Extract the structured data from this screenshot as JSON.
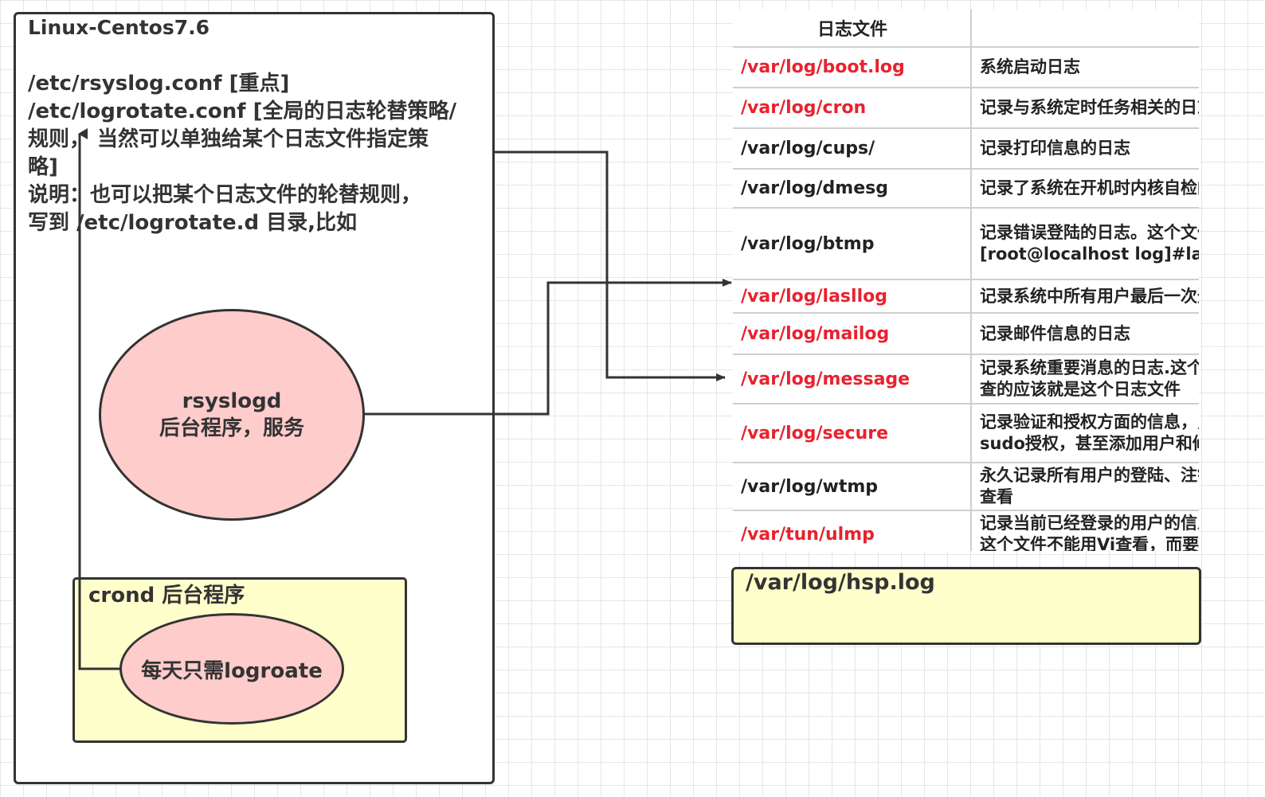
{
  "linux_box": {
    "title": "Linux-Centos7.6",
    "description_lines": [
      "/etc/rsyslog.conf [重点]",
      "/etc/logrotate.conf [全局的日志轮替策略/",
      "规则，  当然可以单独给某个日志文件指定策",
      "略]",
      "说明：也可以把某个日志文件的轮替规则，",
      "写到 /etc/logrotate.d 目录,比如"
    ]
  },
  "rsyslogd": {
    "line1": "rsyslogd",
    "line2": "后台程序，服务"
  },
  "crond": {
    "title": "crond 后台程序",
    "task": "每天只需logroate"
  },
  "log_table": {
    "header": [
      "日志文件",
      ""
    ],
    "rows": [
      {
        "file": "/var/log/boot.log",
        "desc": [
          "系统启动日志"
        ],
        "highlight": true
      },
      {
        "file": "/var/log/cron",
        "desc": [
          "记录与系统定时任务相关的日志"
        ],
        "highlight": true
      },
      {
        "file": "/var/log/cups/",
        "desc": [
          "记录打印信息的日志"
        ],
        "highlight": false
      },
      {
        "file": "/var/log/dmesg",
        "desc": [
          "记录了系统在开机时内核自检的"
        ],
        "highlight": false
      },
      {
        "file": "/var/log/btmp",
        "desc": [
          "记录错误登陆的日志。这个文件",
          "[root@localhost log]#lastb"
        ],
        "highlight": false
      },
      {
        "file": "/var/log/lasllog",
        "desc": [
          "记录系统中所有用户最后一次登"
        ],
        "highlight": true
      },
      {
        "file": "/var/log/mailog",
        "desc": [
          "记录邮件信息的日志"
        ],
        "highlight": true
      },
      {
        "file": "/var/log/message",
        "desc": [
          "记录系统重要消息的日志.这个",
          "查的应该就是这个日志文件"
        ],
        "highlight": true
      },
      {
        "file": " /var/log/secure",
        "desc": [
          "记录验证和授权方面的信息，只",
          "sudo授权，甚至添加用户和修"
        ],
        "highlight": true
      },
      {
        "file": "/var/log/wtmp",
        "desc": [
          "永久记录所有用户的登陆、注销",
          "查看"
        ],
        "highlight": false
      },
      {
        "file": "/var/tun/ulmp",
        "desc": [
          "记录当前已经登录的用户的信息",
          "这个文件不能用Vi查看，而要"
        ],
        "highlight": true
      }
    ]
  },
  "hsp_box": {
    "label": "/var/log/hsp.log"
  },
  "colors": {
    "highlight_text": "#e8222e",
    "ellipse_fill": "#ffcccc",
    "note_fill": "#ffffcc",
    "stroke": "#333333"
  }
}
